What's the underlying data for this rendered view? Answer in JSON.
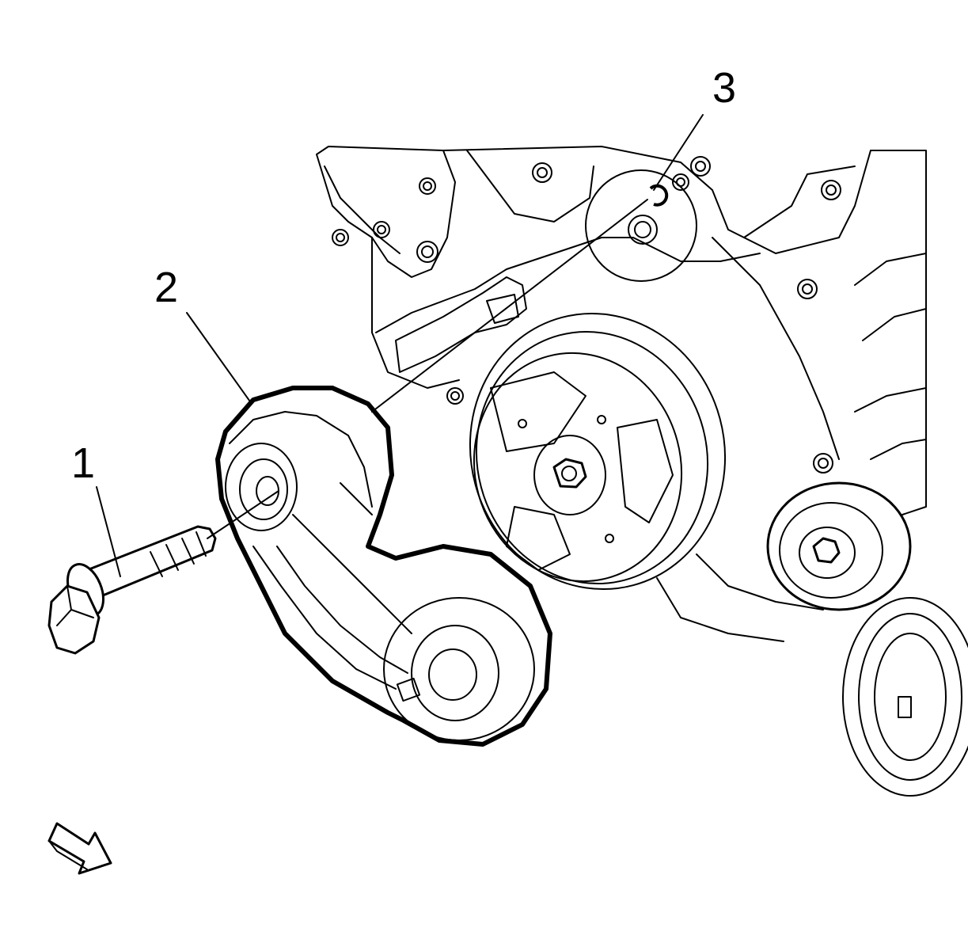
{
  "callouts": {
    "c1": "1",
    "c2": "2",
    "c3": "3"
  },
  "icons": {
    "view_arrow": "view-direction-arrow-icon"
  },
  "colors": {
    "line": "#000000",
    "background": "#ffffff"
  }
}
